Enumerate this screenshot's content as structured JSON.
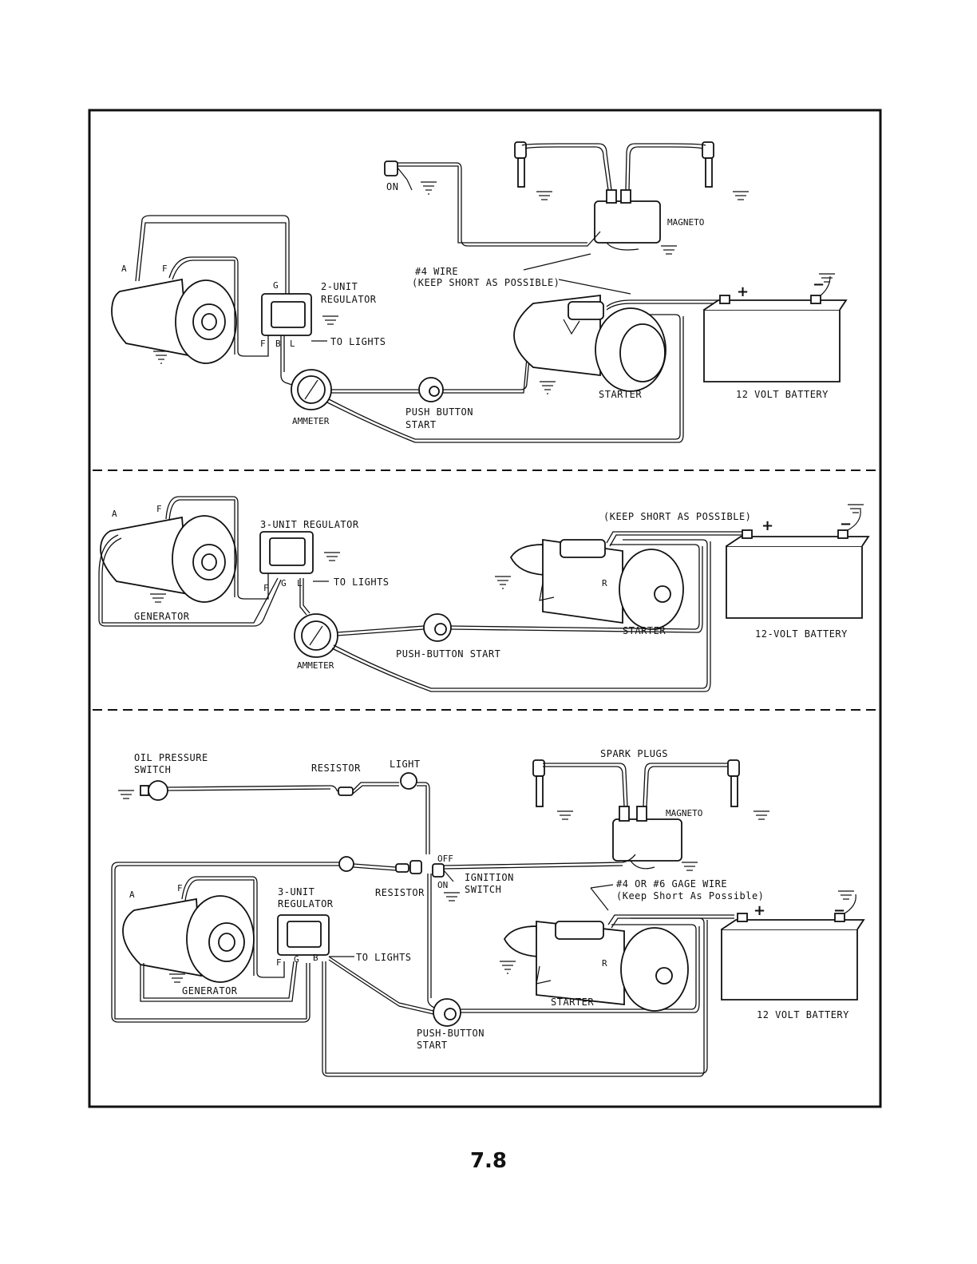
{
  "page_number": "7.8",
  "panel1": {
    "on": "ON",
    "magneto": "MAGNETO",
    "wire_line1": "#4          WIRE",
    "wire_line2": "(KEEP SHORT AS POSSIBLE)",
    "term_a": "A",
    "term_f": "F",
    "term_g": "G",
    "regulator_line1": "2-UNIT",
    "regulator_line2": "REGULATOR",
    "term_f2": "F",
    "term_b": "B",
    "term_l": "L",
    "to_lights": "TO LIGHTS",
    "ammeter": "AMMETER",
    "push_line1": "PUSH BUTTON",
    "push_line2": "START",
    "starter": "STARTER",
    "battery": "12 VOLT BATTERY",
    "plus": "+",
    "minus": "−"
  },
  "panel2": {
    "term_a": "A",
    "term_f": "F",
    "regulator": "3-UNIT REGULATOR",
    "term_f2": "F",
    "term_g": "G",
    "term_l": "L",
    "to_lights": "TO LIGHTS",
    "generator": "GENERATOR",
    "ammeter": "AMMETER",
    "push": "PUSH-BUTTON START",
    "keep_short": "(KEEP SHORT AS POSSIBLE)",
    "term_r": "R",
    "starter": "STARTER",
    "battery": "12-VOLT BATTERY",
    "plus": "+",
    "minus": "−"
  },
  "panel3": {
    "oil_line1": "OIL PRESSURE",
    "oil_line2": "SWITCH",
    "resistor1": "RESISTOR",
    "light": "LIGHT",
    "spark_plugs": "SPARK PLUGS",
    "magneto": "MAGNETO",
    "off": "OFF",
    "on": "ON",
    "ignition_line1": "IGNITION",
    "ignition_line2": "SWITCH",
    "resistor2": "RESISTOR",
    "term_a": "A",
    "term_f": "F",
    "regulator_line1": "3-UNIT",
    "regulator_line2": "REGULATOR",
    "term_f2": "F",
    "term_g": "G",
    "term_b": "B",
    "to_lights": "TO LIGHTS",
    "generator": "GENERATOR",
    "wire_line1": "#4 OR #6 GAGE WIRE",
    "wire_line2": "(Keep Short As Possible)",
    "term_r": "R",
    "starter": "STARTER",
    "battery": "12 VOLT BATTERY",
    "push_line1": "PUSH-BUTTON",
    "push_line2": "START",
    "plus": "+",
    "minus": "−"
  }
}
